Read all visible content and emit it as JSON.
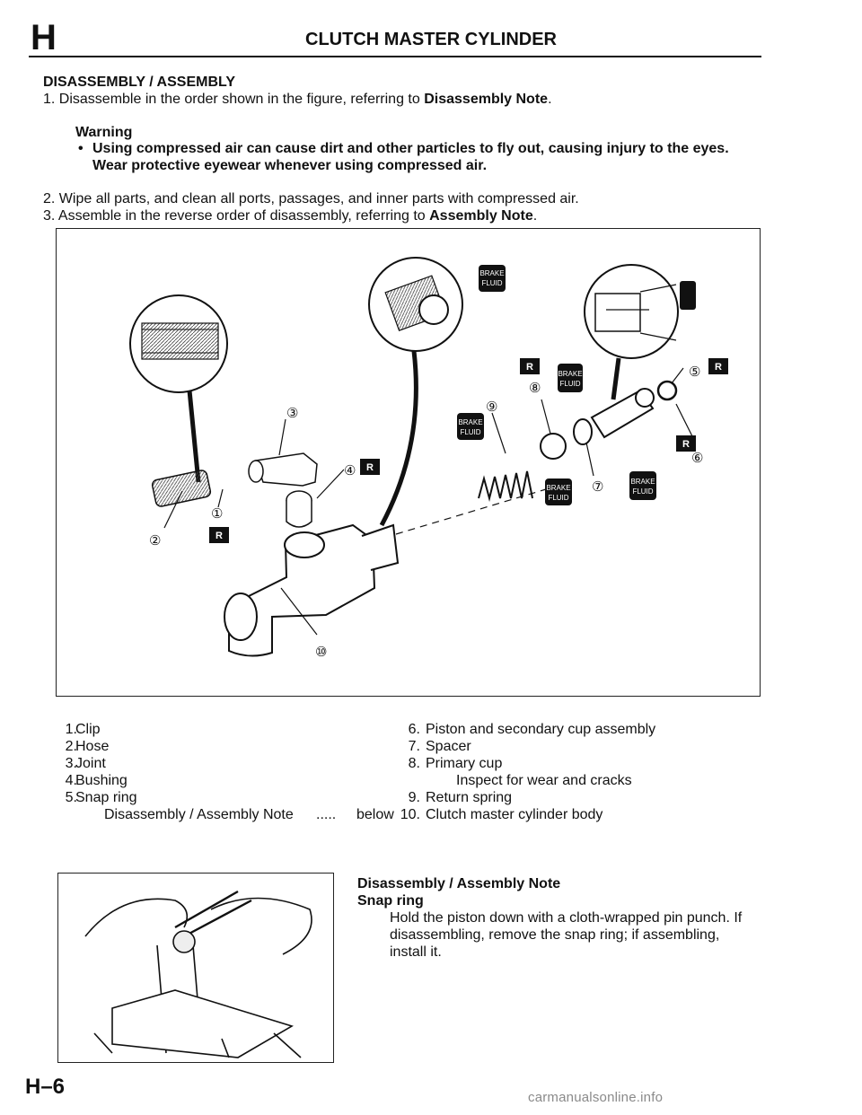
{
  "header": {
    "section_letter": "H",
    "title": "CLUTCH MASTER CYLINDER"
  },
  "procedure": {
    "heading": "DISASSEMBLY / ASSEMBLY",
    "step1_prefix": "1. Disassemble in the order shown in the figure, referring to ",
    "step1_ref": "Disassembly Note",
    "step1_suffix": ".",
    "warning_title": "Warning",
    "warning_line1": "Using compressed air can cause dirt and other particles to fly out, causing injury to the eyes.",
    "warning_line2": "Wear protective eyewear whenever using compressed air.",
    "step2": "2. Wipe all parts, and clean all ports, passages, and inner parts with compressed air.",
    "step3_prefix": "3. Assemble in the reverse order of disassembly, referring to ",
    "step3_ref": "Assembly Note",
    "step3_suffix": "."
  },
  "figure": {
    "brake_fluid": [
      "BRAKE",
      "FLUID"
    ],
    "replace_mark": "R",
    "callouts": [
      "①",
      "②",
      "③",
      "④",
      "⑤",
      "⑥",
      "⑦",
      "⑧",
      "⑨",
      "⑩"
    ]
  },
  "parts_left": [
    {
      "num": "1.",
      "label": "Clip"
    },
    {
      "num": "2.",
      "label": "Hose"
    },
    {
      "num": "3.",
      "label": "Joint"
    },
    {
      "num": "4.",
      "label": "Bushing"
    },
    {
      "num": "5.",
      "label": "Snap ring"
    }
  ],
  "parts_left_note": "Disassembly / Assembly Note",
  "parts_left_note_dots": ".....",
  "parts_left_note_ref": "below",
  "parts_right": [
    {
      "num": "6.",
      "label": "Piston and secondary cup assembly"
    },
    {
      "num": "7.",
      "label": "Spacer"
    },
    {
      "num": "8.",
      "label": "Primary cup"
    },
    {
      "num": "",
      "label": "Inspect for wear and cracks"
    },
    {
      "num": "9.",
      "label": "Return spring"
    },
    {
      "num": "10.",
      "label": "Clutch master cylinder body"
    }
  ],
  "note": {
    "heading": "Disassembly / Assembly Note",
    "subheading": "Snap ring",
    "line1": "Hold the piston down with a cloth-wrapped pin punch. If",
    "line2": "disassembling, remove the snap ring; if assembling,",
    "line3": "install it."
  },
  "footer": {
    "page_number": "H–6",
    "watermark": "carmanualsonline.info"
  }
}
